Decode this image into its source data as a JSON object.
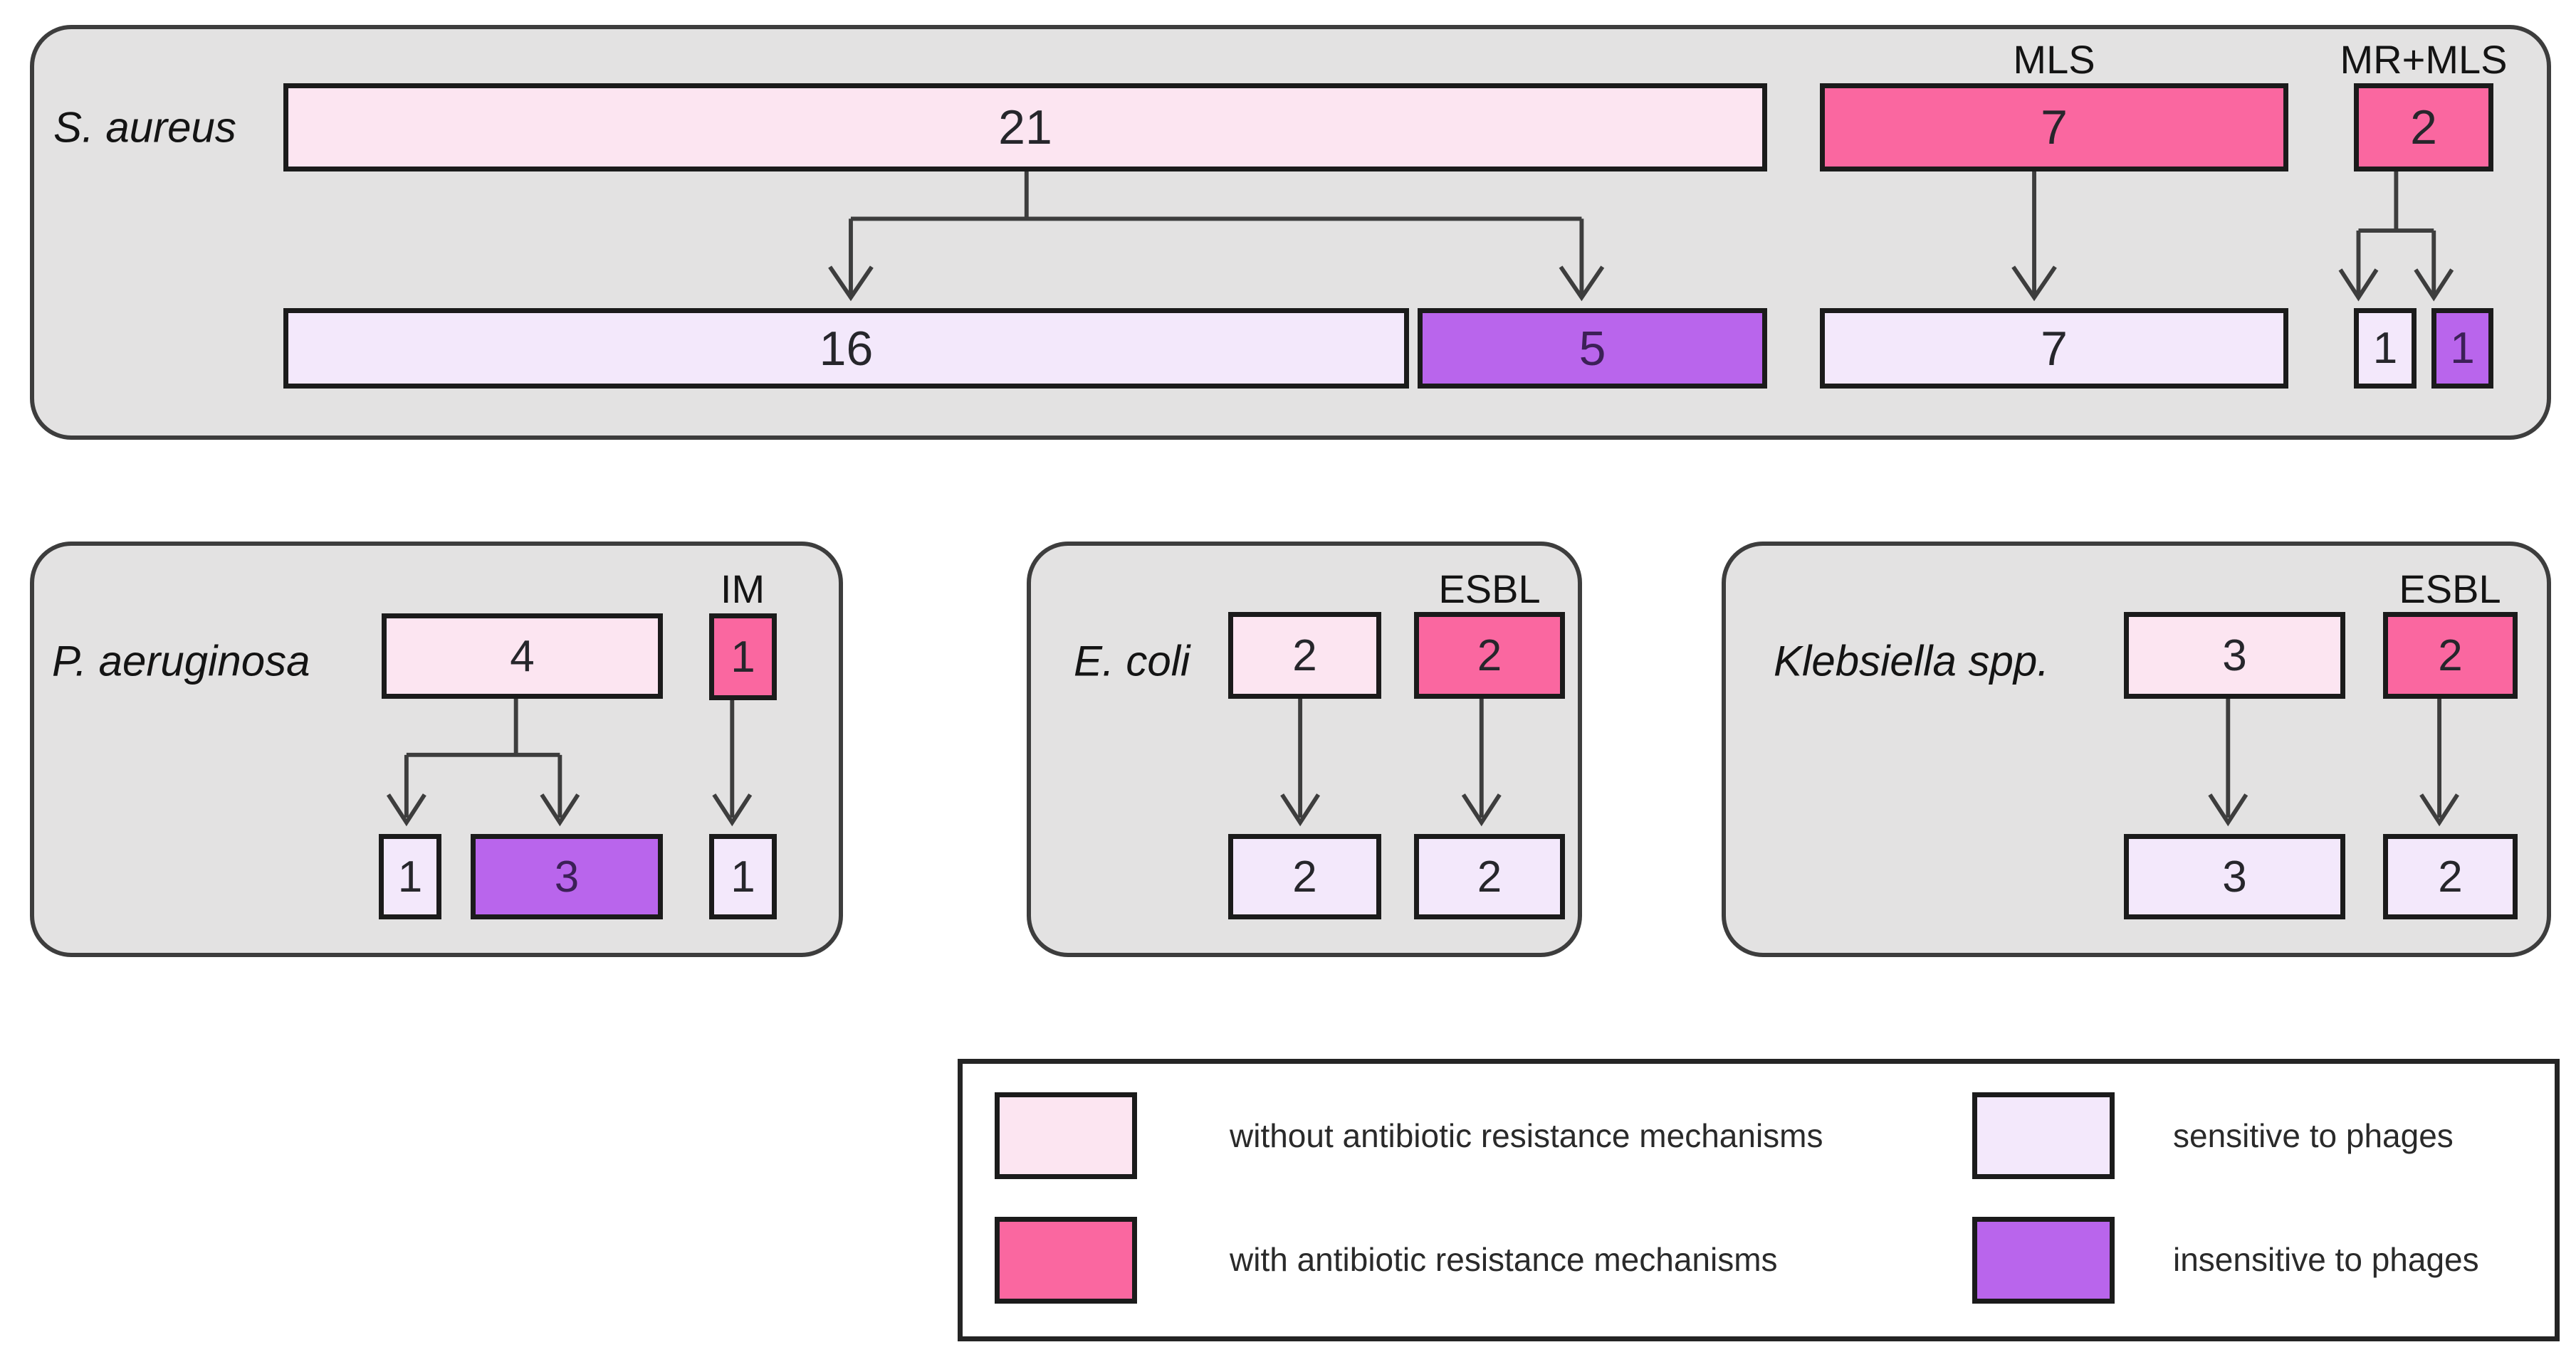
{
  "colors": {
    "background": "#ffffff",
    "panel_bg": "#e3e2e2",
    "panel_border": "#3d3d3d",
    "box_border": "#1b1b1b",
    "arrow": "#3d3d3d",
    "without_antibiotic_resistance": "#fce5f1",
    "with_antibiotic_resistance": "#fa67a0",
    "sensitive_to_phages": "#f3e8fb",
    "insensitive_to_phages": "#b965ec"
  },
  "panels": {
    "s_aureus": {
      "label": "S. aureus",
      "resistance_labels": {
        "mls": "MLS",
        "mr_mls": "MR+MLS"
      },
      "boxes": {
        "total_without_resistance": "21",
        "mls_resistant": "7",
        "mr_mls_resistant": "2",
        "total_sensitive": "16",
        "total_insensitive": "5",
        "mls_sensitive": "7",
        "mr_mls_sensitive": "1",
        "mr_mls_insensitive": "1"
      }
    },
    "p_aeruginosa": {
      "label": "P. aeruginosa",
      "resistance_labels": {
        "im": "IM"
      },
      "boxes": {
        "total_without_resistance": "4",
        "im_resistant": "1",
        "total_sensitive": "1",
        "total_insensitive": "3",
        "im_sensitive": "1"
      }
    },
    "e_coli": {
      "label": "E. coli",
      "resistance_labels": {
        "esbl": "ESBL"
      },
      "boxes": {
        "total_without_resistance": "2",
        "esbl_resistant": "2",
        "total_sensitive": "2",
        "esbl_sensitive": "2"
      }
    },
    "klebsiella": {
      "label": "Klebsiella spp.",
      "resistance_labels": {
        "esbl": "ESBL"
      },
      "boxes": {
        "total_without_resistance": "3",
        "esbl_resistant": "2",
        "total_sensitive": "3",
        "esbl_sensitive": "2"
      }
    }
  },
  "legend": {
    "items": [
      {
        "key": "without_antibiotic_resistance",
        "label": "without antibiotic resistance mechanisms"
      },
      {
        "key": "with_antibiotic_resistance",
        "label": "with antibiotic resistance mechanisms"
      },
      {
        "key": "sensitive_to_phages",
        "label": "sensitive to phages"
      },
      {
        "key": "insensitive_to_phages",
        "label": "insensitive to phages"
      }
    ]
  }
}
